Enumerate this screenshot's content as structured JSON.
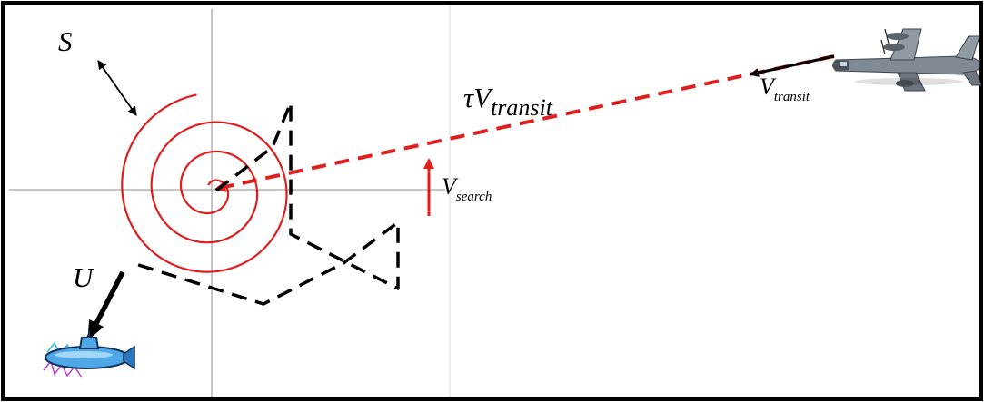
{
  "labels": {
    "spacing": "S",
    "target_speed": "U",
    "tau": "τ",
    "transit_main": "V",
    "transit_sub": "transit",
    "search_main": "V",
    "search_sub": "search"
  },
  "icons": {
    "aircraft": "aircraft-icon",
    "submarine": "submarine-icon"
  },
  "colors": {
    "spiral": "#e01e1e",
    "transit_path": "#e01e1e",
    "search_vector": "#e01e1e",
    "target_track": "#000000",
    "axes": "#b4b4b4",
    "border": "#000000"
  }
}
